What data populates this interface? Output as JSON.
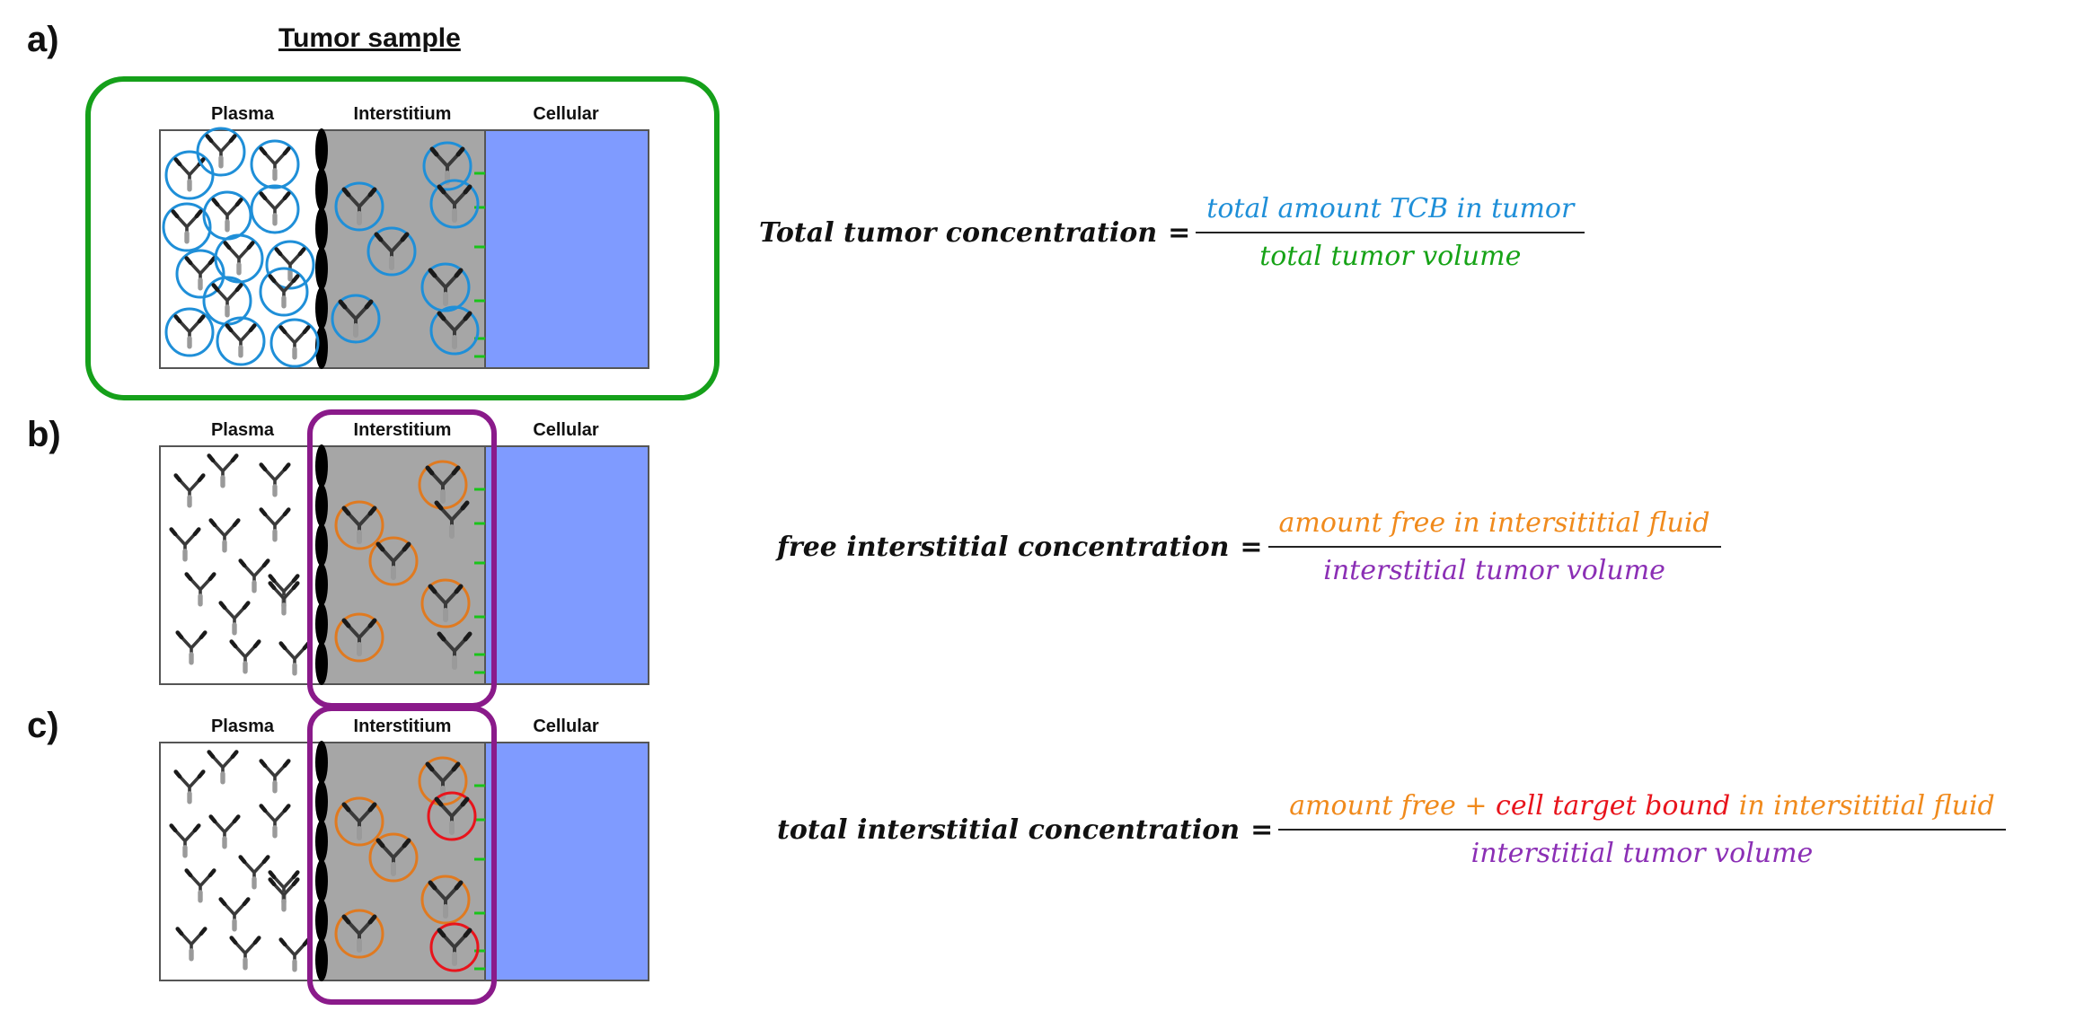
{
  "figure_title": "Tumor sample",
  "panels": [
    {
      "letter": "a)",
      "compartments": [
        "Plasma",
        "Interstitium",
        "Cellular"
      ],
      "equation": {
        "lhs": "Total tumor concentration",
        "equals": "=",
        "numerator": [
          {
            "text": "total amount TCB in tumor",
            "color": "#1f8fd8"
          }
        ],
        "denominator": [
          {
            "text": "total tumor volume",
            "color": "#17a317"
          }
        ]
      }
    },
    {
      "letter": "b)",
      "compartments": [
        "Plasma",
        "Interstitium",
        "Cellular"
      ],
      "equation": {
        "lhs": "free interstitial concentration",
        "equals": "=",
        "numerator": [
          {
            "text": "amount free in intersititial fluid",
            "color": "#f08a1c"
          }
        ],
        "denominator": [
          {
            "text": "interstitial tumor volume",
            "color": "#8b2fb5"
          }
        ]
      }
    },
    {
      "letter": "c)",
      "compartments": [
        "Plasma",
        "Interstitium",
        "Cellular"
      ],
      "equation": {
        "lhs": "total  interstitial concentration",
        "equals": "=",
        "numerator": [
          {
            "text": "amount free + ",
            "color": "#f08a1c"
          },
          {
            "text": "cell target bound",
            "color": "#e8141c"
          },
          {
            "text": " in intersititial fluid",
            "color": "#f08a1c"
          }
        ],
        "denominator": [
          {
            "text": "interstitial tumor volume",
            "color": "#8b2fb5"
          }
        ]
      }
    }
  ],
  "colors": {
    "sample_border": "#15a01a",
    "interstitium_border": "#8a1a8a",
    "plasma_circle": "#1f8fd8",
    "free_circle": "#e07a20",
    "bound_circle": "#e8141c",
    "interstitium_fill": "#a6a6a6",
    "cellular_fill": "#7f9bff",
    "receptor": "#19c419",
    "endothelium": "#000000"
  }
}
